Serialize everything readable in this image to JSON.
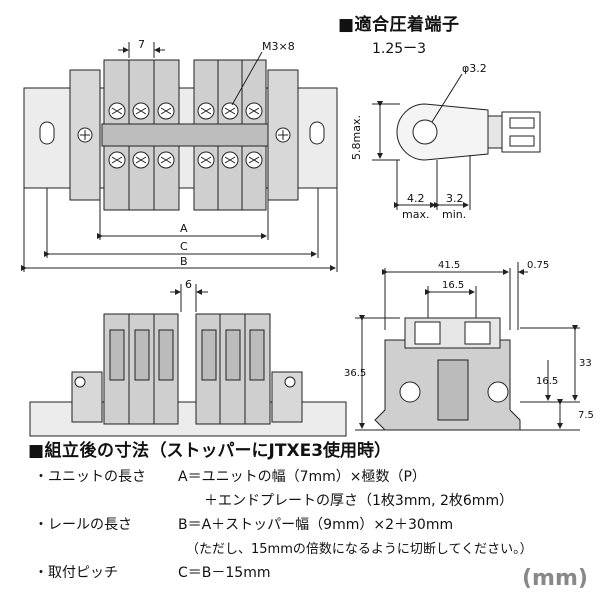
{
  "terminal": {
    "title": "■適合圧着端子",
    "model": "1.25ー3",
    "hole_dim": "φ3.2",
    "height_dim": "5.8max.",
    "left_dim": "4.2",
    "left_note": "max.",
    "right_dim": "3.2",
    "right_note": "min."
  },
  "top_view": {
    "pitch": "7",
    "screw": "M3×8",
    "dim_a": "A",
    "dim_c": "C",
    "dim_b": "B"
  },
  "front_view": {
    "pitch": "6"
  },
  "side_view": {
    "w_outer": "41.5",
    "w_inner": "16.5",
    "gap": "0.75",
    "h_total": "36.5",
    "h_33": "33",
    "h_165": "16.5",
    "h_75": "7.5"
  },
  "assembly": {
    "title": "■組立後の寸法",
    "subtitle": "（ストッパーにJTXE3使用時）",
    "lines": [
      {
        "label": "・ユニットの長さ",
        "formula": "A＝ユニットの幅（7mm）×極数（P）"
      },
      {
        "label": "",
        "formula": "＋エンドプレートの厚さ（1枚3mm, 2枚6mm）"
      },
      {
        "label": "・レールの長さ",
        "formula": "B＝A＋ストッパー幅（9mm）×2＋30mm"
      },
      {
        "label": "",
        "formula": "（ただし、15mmの倍数になるように切断してください。）"
      },
      {
        "label": "・取付ピッチ",
        "formula": "C＝B－15mm"
      }
    ]
  },
  "unit_label": "(mm)"
}
